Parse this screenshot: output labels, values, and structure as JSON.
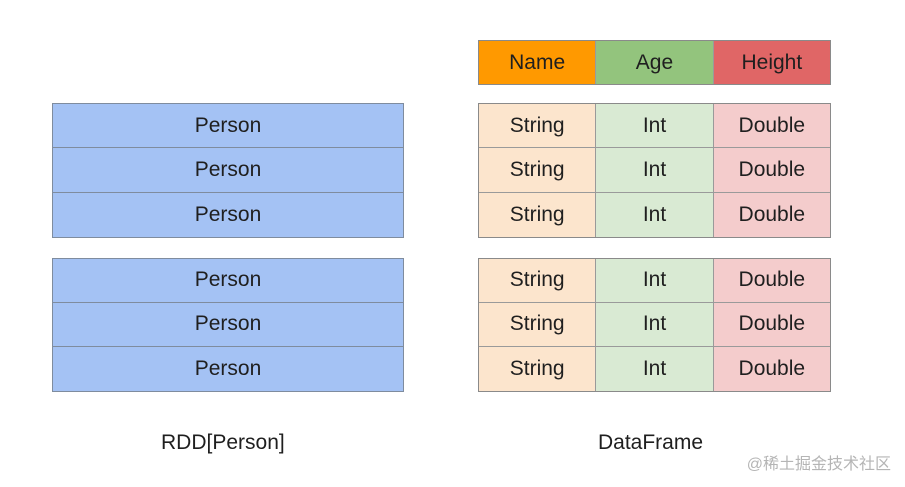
{
  "rdd": {
    "groups": [
      [
        "Person",
        "Person",
        "Person"
      ],
      [
        "Person",
        "Person",
        "Person"
      ]
    ],
    "caption": "RDD[Person]"
  },
  "dataframe": {
    "header": [
      "Name",
      "Age",
      "Height"
    ],
    "groups": [
      [
        [
          "String",
          "Int",
          "Double"
        ],
        [
          "String",
          "Int",
          "Double"
        ],
        [
          "String",
          "Int",
          "Double"
        ]
      ],
      [
        [
          "String",
          "Int",
          "Double"
        ],
        [
          "String",
          "Int",
          "Double"
        ],
        [
          "String",
          "Int",
          "Double"
        ]
      ]
    ],
    "caption": "DataFrame"
  },
  "colors": {
    "rdd_fill": "#a4c2f4",
    "header_name": "#ff9900",
    "header_age": "#93c47d",
    "header_height": "#e06666",
    "cell_name": "#fce5cd",
    "cell_age": "#d9ead3",
    "cell_height": "#f4cccc"
  },
  "watermark": "@稀土掘金技术社区"
}
